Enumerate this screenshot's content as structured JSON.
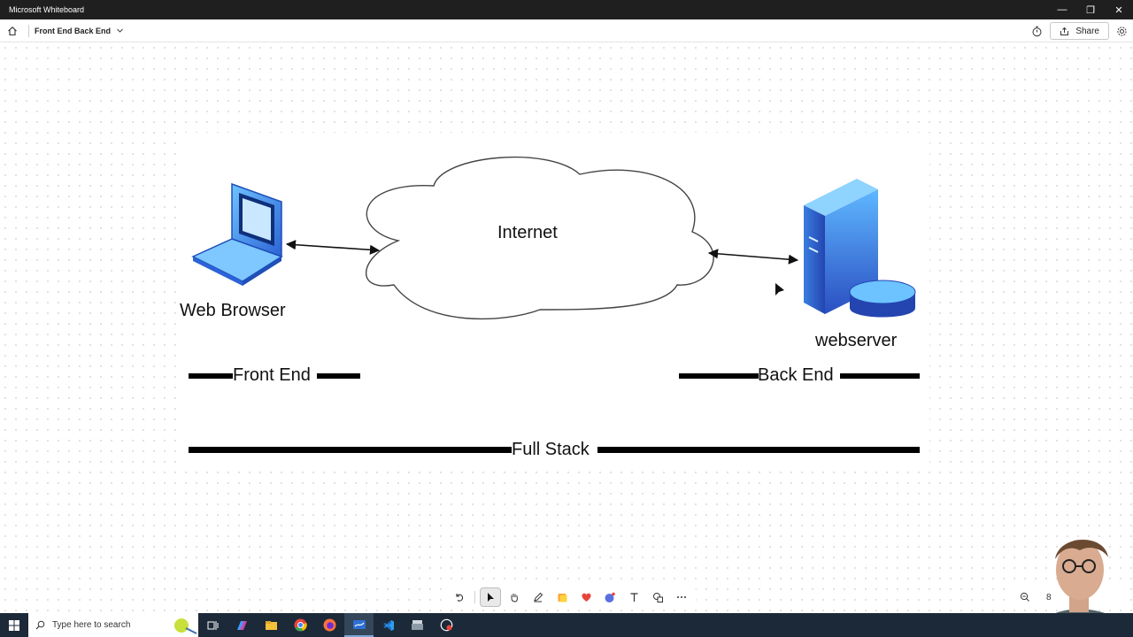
{
  "window": {
    "title": "Microsoft Whiteboard",
    "controls": [
      "—",
      "❐",
      "✕"
    ]
  },
  "toolbar": {
    "board_title": "Front End Back End",
    "share_label": "Share"
  },
  "diagram": {
    "cloud_label": "Internet",
    "client_label": "Web Browser",
    "server_label": "webserver",
    "front_end_label": "Front End",
    "back_end_label": "Back End",
    "full_stack_label": "Full Stack"
  },
  "bottom_toolbar": {
    "tools": [
      "undo-icon",
      "select-icon",
      "hand-pan-icon",
      "pen-icon",
      "sticky-note-icon",
      "reaction-icon",
      "copilot-icon",
      "text-icon",
      "shapes-icon",
      "more-icon"
    ]
  },
  "zoom": {
    "value": "8"
  },
  "taskbar": {
    "search_placeholder": "Type here to search",
    "apps": [
      "task-view-icon",
      "copilot-app-icon",
      "file-explorer-icon",
      "chrome-icon",
      "firefox-icon",
      "whiteboard-app-icon",
      "vscode-icon",
      "folder-app-icon",
      "screen-recorder-icon"
    ]
  },
  "colors": {
    "titlebar": "#1f1f1f",
    "taskbar": "#1c2938",
    "accent": "#2f6fd6",
    "server_blue": "#2f61c9"
  }
}
